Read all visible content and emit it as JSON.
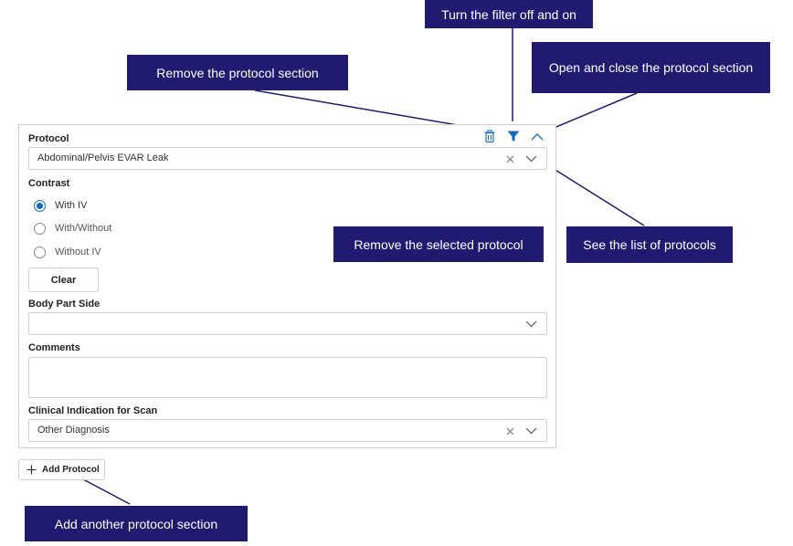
{
  "protocol_section": {
    "protocol_label": "Protocol",
    "protocol_value": "Abdominal/Pelvis EVAR Leak",
    "contrast_label": "Contrast",
    "contrast_options": [
      {
        "label": "With IV",
        "checked": true
      },
      {
        "label": "With/Without",
        "checked": false
      },
      {
        "label": "Without IV",
        "checked": false
      }
    ],
    "clear_label": "Clear",
    "body_part_label": "Body Part Side",
    "body_part_value": "",
    "comments_label": "Comments",
    "comments_value": "",
    "clinical_label": "Clinical Indication for Scan",
    "clinical_value": "Other Diagnosis",
    "icons": {
      "delete": "trash-icon",
      "filter": "filter-icon",
      "collapse": "chevron-up-icon",
      "clear": "close-icon",
      "dropdown": "chevron-down-icon"
    }
  },
  "add_protocol_label": "Add Protocol",
  "callouts": {
    "filter": "Turn the filter off and on",
    "remove_section": "Remove the protocol section",
    "open_close": "Open and close the protocol section",
    "remove_selected": "Remove the selected protocol",
    "see_list": "See the list of protocols",
    "add_section": "Add another protocol section"
  },
  "colors": {
    "callout_bg": "#201a70",
    "accent": "#0f6cbd",
    "border": "#cfcfcf"
  }
}
